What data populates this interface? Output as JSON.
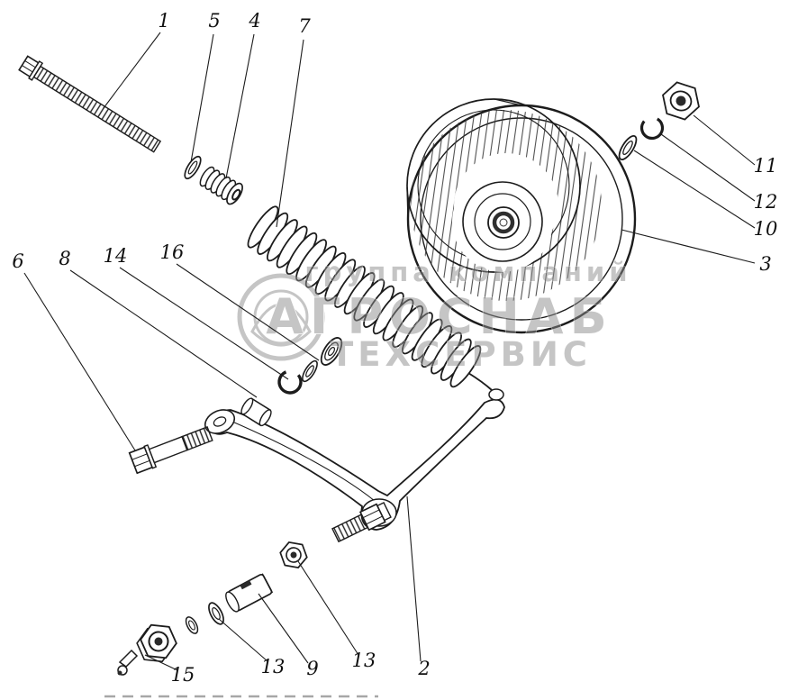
{
  "figure": {
    "background": "#ffffff",
    "line_color": "#1c1c1c",
    "watermark_color": "#8d8d8d"
  },
  "watermark": {
    "line1": "группа компаний",
    "line2": "АГРОСНАБ",
    "line3": "ТЕХСЕРВИС"
  },
  "callouts": [
    {
      "label": "1"
    },
    {
      "label": "5"
    },
    {
      "label": "4"
    },
    {
      "label": "7"
    },
    {
      "label": "11"
    },
    {
      "label": "12"
    },
    {
      "label": "10"
    },
    {
      "label": "3"
    },
    {
      "label": "6"
    },
    {
      "label": "8"
    },
    {
      "label": "14"
    },
    {
      "label": "16"
    },
    {
      "label": "15"
    },
    {
      "label": "13"
    },
    {
      "label": "9"
    },
    {
      "label": "13"
    },
    {
      "label": "2"
    }
  ]
}
